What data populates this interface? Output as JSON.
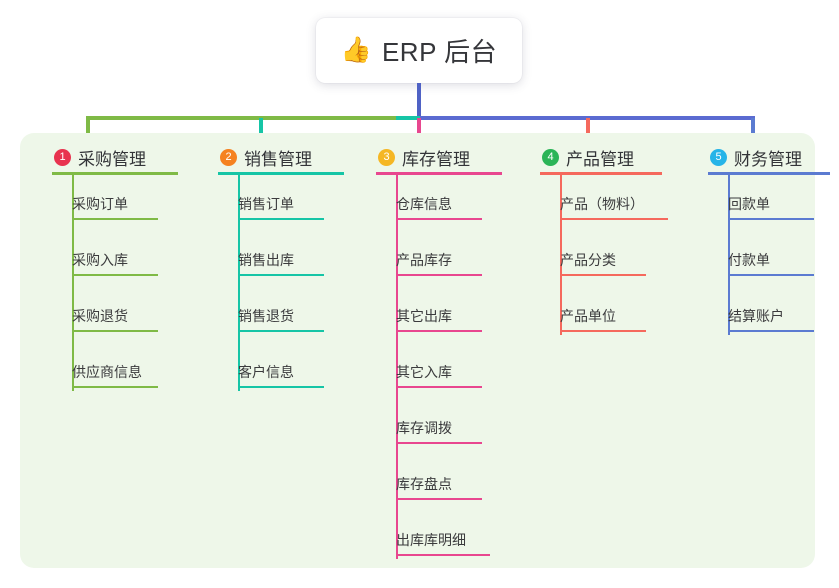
{
  "root": {
    "icon": "thumbs-up-icon",
    "emoji": "👍",
    "title": "ERP 后台"
  },
  "theme": {
    "page_background": "#ffffff",
    "panel_background": "#eef7e9",
    "stem_color": "#4f62c5",
    "bus_segment_1": "#7fba46",
    "bus_segment_2": "#16c5a6",
    "bus_segment_3": "#5b6bd1"
  },
  "columns": [
    {
      "index": "1",
      "title": "采购管理",
      "badge_color": "#e8334f",
      "line_color": "#7fba46",
      "items": [
        {
          "label": "采购订单"
        },
        {
          "label": "采购入库"
        },
        {
          "label": "采购退货"
        },
        {
          "label": "供应商信息"
        }
      ]
    },
    {
      "index": "2",
      "title": "销售管理",
      "badge_color": "#f58220",
      "line_color": "#16c5a6",
      "items": [
        {
          "label": "销售订单"
        },
        {
          "label": "销售出库"
        },
        {
          "label": "销售退货"
        },
        {
          "label": "客户信息"
        }
      ]
    },
    {
      "index": "3",
      "title": "库存管理",
      "badge_color": "#f5b724",
      "line_color": "#e8478f",
      "items": [
        {
          "label": "仓库信息"
        },
        {
          "label": "产品库存"
        },
        {
          "label": "其它出库"
        },
        {
          "label": "其它入库"
        },
        {
          "label": "库存调拨"
        },
        {
          "label": "库存盘点"
        },
        {
          "label": "出库库明细"
        }
      ]
    },
    {
      "index": "4",
      "title": "产品管理",
      "badge_color": "#2bb457",
      "line_color": "#f5695d",
      "items": [
        {
          "label": "产品（物料）"
        },
        {
          "label": "产品分类"
        },
        {
          "label": "产品单位"
        }
      ]
    },
    {
      "index": "5",
      "title": "财务管理",
      "badge_color": "#26b4e8",
      "line_color": "#5b7bd1",
      "items": [
        {
          "label": "回款单"
        },
        {
          "label": "付款单"
        },
        {
          "label": "结算账户"
        }
      ]
    }
  ]
}
